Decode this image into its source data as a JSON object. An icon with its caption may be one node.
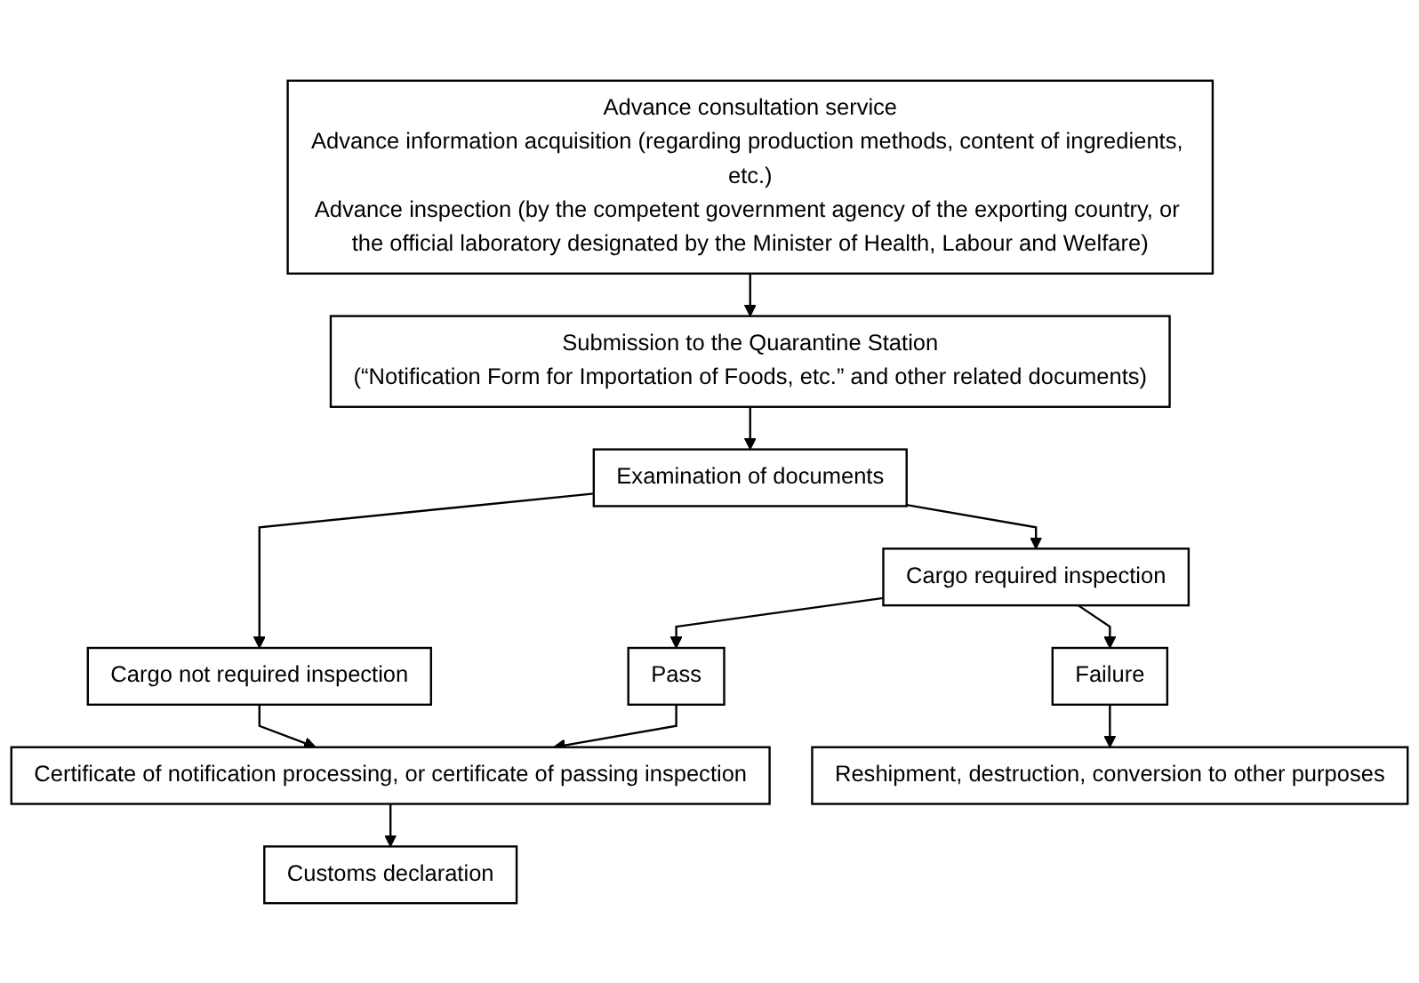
{
  "diagram": {
    "nodes": [
      {
        "text": [
          "Advance consultation service",
          "Advance information acquisition (regarding production methods, content of ingredients, etc.)",
          "Advance inspection (by the competent government agency of the exporting country, or the official laboratory designated by the Minister of Health, Labour and Welfare)"
        ]
      },
      {
        "text": [
          "Submission to the Quarantine Station",
          "(“Notification Form for Importation of Foods, etc.” and other related documents)"
        ]
      },
      {
        "text": [
          "Examination of documents"
        ]
      },
      {
        "text": [
          "Cargo required inspection"
        ]
      },
      {
        "text": [
          "Cargo not required inspection"
        ]
      },
      {
        "text": [
          "Failure"
        ]
      },
      {
        "text": [
          "Pass"
        ]
      },
      {
        "text": [
          "Certificate of notification processing, or certificate of passing inspection"
        ]
      },
      {
        "text": [
          "Reshipment, destruction, conversion to other purposes"
        ]
      },
      {
        "text": [
          "Customs declaration"
        ]
      }
    ],
    "edges": [
      {
        "from": 0,
        "to": 1,
        "arrow": "to"
      },
      {
        "from": 1,
        "to": 2,
        "arrow": "to"
      },
      {
        "from": 2,
        "to": 3,
        "arrow": "to"
      },
      {
        "from": 2,
        "to": 4,
        "arrow": "to"
      },
      {
        "from": 3,
        "to": 5,
        "arrow": "to"
      },
      {
        "from": 3,
        "to": 6,
        "arrow": "to"
      },
      {
        "from": 4,
        "to": 7,
        "arrow": "to"
      },
      {
        "from": 6,
        "to": 7,
        "arrow": "to"
      },
      {
        "from": 5,
        "to": 8,
        "arrow": "to"
      },
      {
        "from": 7,
        "to": 9,
        "arrow": "to"
      }
    ]
  }
}
